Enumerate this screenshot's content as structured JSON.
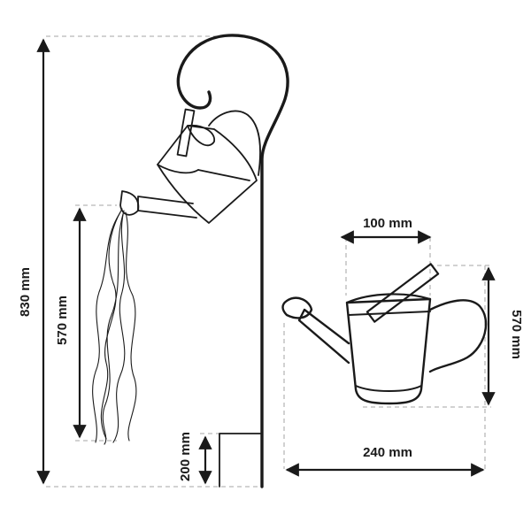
{
  "dimensions": {
    "total_height": "830 mm",
    "water_height": "570 mm",
    "stake_height": "200 mm",
    "can_width_top": "100 mm",
    "can_height": "570 mm",
    "can_width": "240 mm"
  }
}
